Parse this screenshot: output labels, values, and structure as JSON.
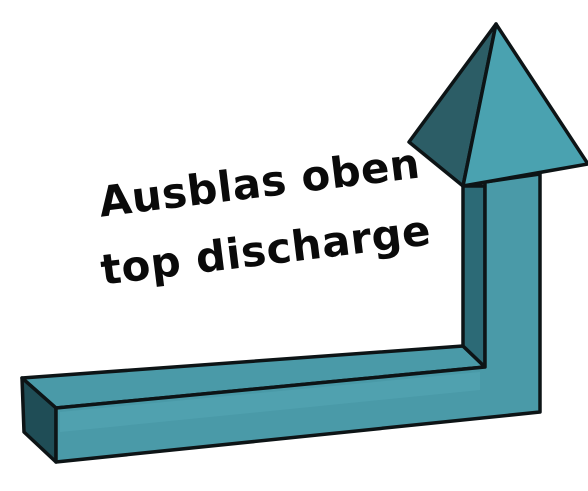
{
  "label": {
    "line1": "Ausblas oben",
    "line2": "top discharge"
  },
  "colors": {
    "face": "#4a9aa8",
    "face_light": "#5bb0bd",
    "side": "#2c6a76",
    "dark": "#1f4d56",
    "outline": "#0d1416",
    "text": "#0a0a0a",
    "background": "#ffffff"
  },
  "icon": "3d-bent-arrow-up"
}
